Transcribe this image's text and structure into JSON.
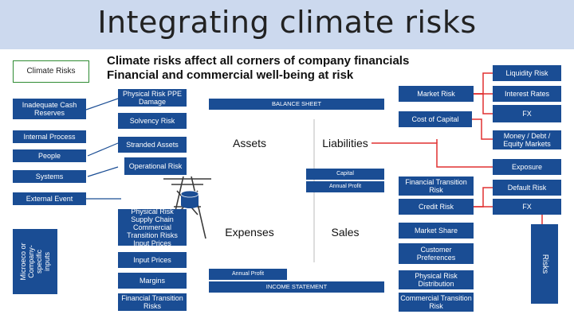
{
  "title": "Integrating climate risks",
  "subtitle": "Climate risks affect all corners of company financials Financial and commercial well-being at risk",
  "left": {
    "climate_risks": "Climate Risks",
    "inadequate_cash": "Inadequate Cash Reserves",
    "internal_process": "Internal Process",
    "people": "People",
    "systems": "Systems",
    "external_event": "External Event",
    "vertical_label": "Microeco or Company-specific inputs"
  },
  "middle_left": {
    "physical_risk_ppe": "Physical Risk PPE Damage",
    "solvency_risk": "Solvency Risk",
    "stranded_assets": "Stranded Assets",
    "operational_risk": "Operational Risk",
    "physical_supply_chain": "Physical Risk Supply Chain Commercial Transition Risks Input Prices",
    "input_prices": "Input Prices",
    "margins": "Margins",
    "financial_transition": "Financial Transition Risks"
  },
  "center": {
    "balance_sheet": "BALANCE SHEET",
    "assets": "Assets",
    "liabilities": "Liabilities",
    "capital": "Capital",
    "annual_profit_top": "Annual Profit",
    "expenses": "Expenses",
    "sales": "Sales",
    "annual_profit_bottom": "Annual Profit",
    "income_statement": "INCOME STATEMENT"
  },
  "middle_right": {
    "market_risk": "Market Risk",
    "cost_of_capital": "Cost of Capital",
    "financial_transition_risk": "Financial Transition Risk",
    "credit_risk": "Credit Risk",
    "market_share": "Market Share",
    "customer_preferences": "Customer Preferences",
    "physical_distribution": "Physical Risk Distribution",
    "commercial_transition": "Commercial Transition Risk"
  },
  "right": {
    "liquidity_risk": "Liquidity Risk",
    "interest_rates": "Interest Rates",
    "fx_top": "FX",
    "money_debt": "Money / Debt / Equity Markets",
    "exposure": "Exposure",
    "default_risk": "Default Risk",
    "fx_bottom": "FX",
    "vertical_label": "Risks"
  },
  "colors": {
    "header": "#ccd9ee",
    "blue": "#1a4d94",
    "green": "#2e8b32",
    "red": "#b21212",
    "arrow_red": "#e03030"
  }
}
